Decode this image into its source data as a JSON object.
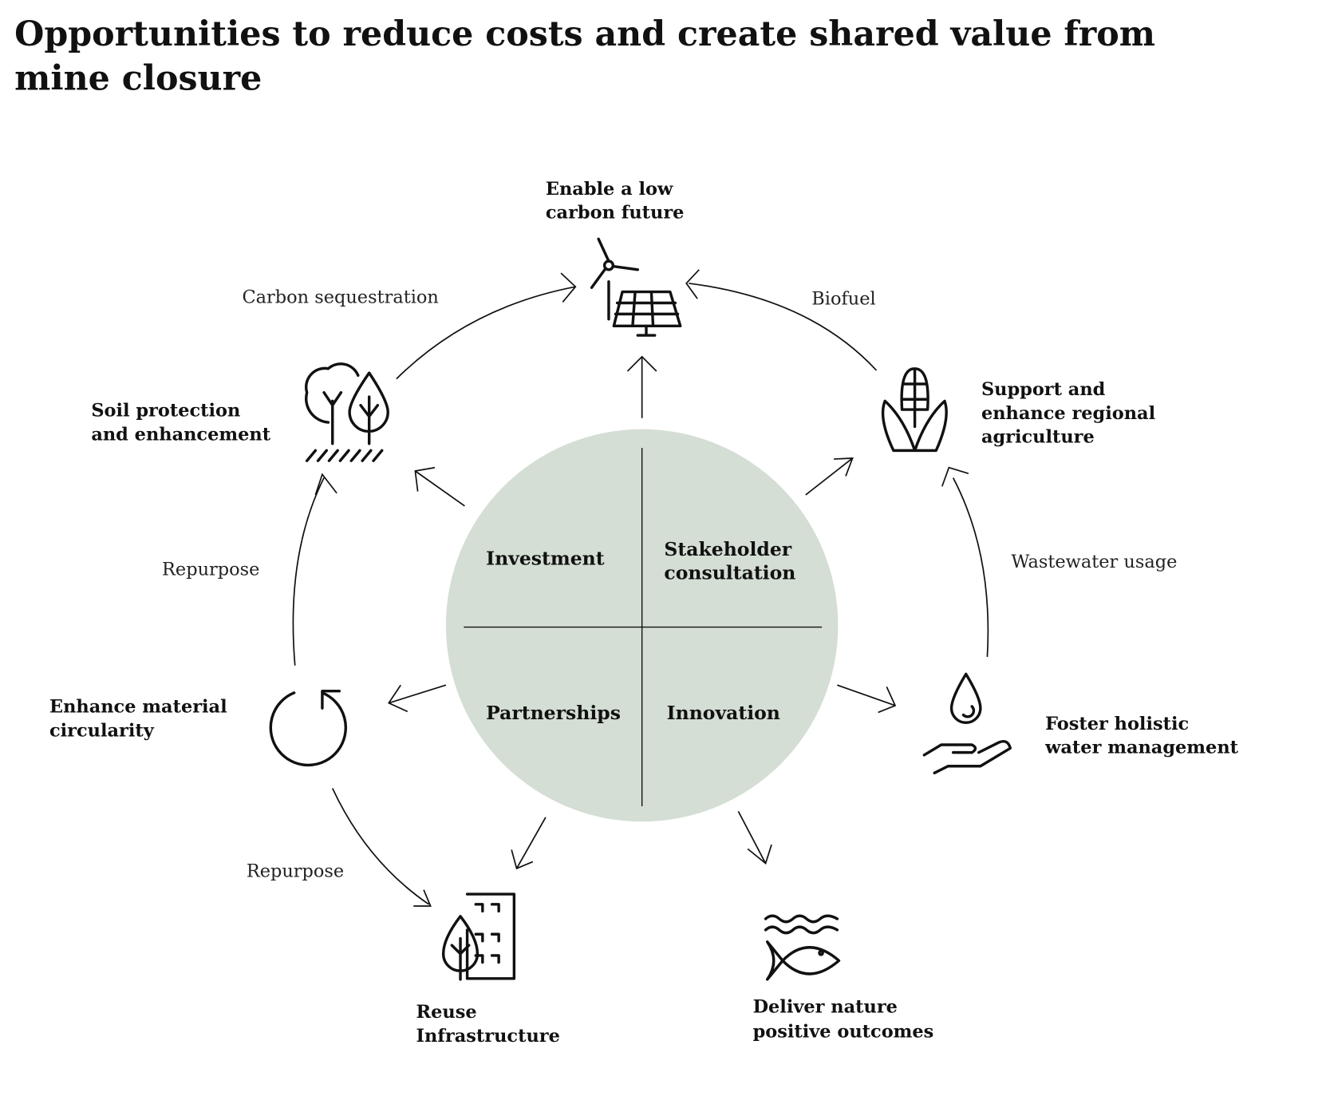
{
  "title": {
    "line1": "Opportunities to reduce costs and create shared value from",
    "line2": "mine closure"
  },
  "center": {
    "fill": "#d4ded4",
    "quadrants": {
      "top_left": [
        "Investment"
      ],
      "top_right": [
        "Stakeholder",
        "consultation"
      ],
      "bottom_left": [
        "Partnerships"
      ],
      "bottom_right": [
        "Innovation"
      ]
    }
  },
  "outcomes": {
    "low_carbon": [
      "Enable a low",
      "carbon future"
    ],
    "agriculture": [
      "Support and",
      "enhance regional",
      "agriculture"
    ],
    "water": [
      "Foster holistic",
      "water management"
    ],
    "nature": [
      "Deliver nature",
      "positive outcomes"
    ],
    "infrastructure": [
      "Reuse",
      "Infrastructure"
    ],
    "circularity": [
      "Enhance material",
      "circularity"
    ],
    "soil": [
      "Soil protection",
      "and enhancement"
    ]
  },
  "flows": {
    "carbon_sequestration": "Carbon sequestration",
    "biofuel": "Biofuel",
    "wastewater": "Wastewater usage",
    "repurpose_upper": "Repurpose",
    "repurpose_lower": "Repurpose"
  }
}
